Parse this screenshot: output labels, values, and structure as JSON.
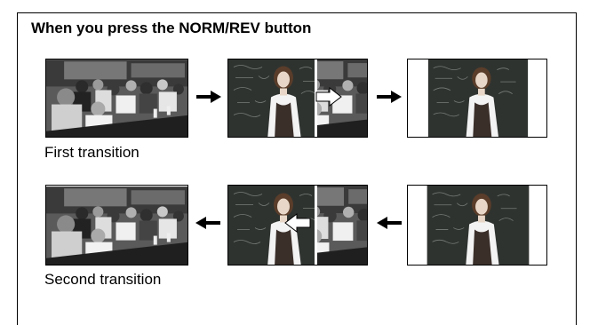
{
  "heading": "When you press the NORM/REV button",
  "captions": {
    "first": "First transition",
    "second": "Second transition"
  },
  "icons": {
    "transition_arrow": "right-arrow-icon",
    "transition_arrow_reverse": "left-arrow-icon",
    "wipe_direction_right": "wipe-right-arrow-icon",
    "wipe_direction_left": "wipe-left-arrow-icon"
  },
  "colors": {
    "border": "#000000",
    "background": "#ffffff"
  }
}
